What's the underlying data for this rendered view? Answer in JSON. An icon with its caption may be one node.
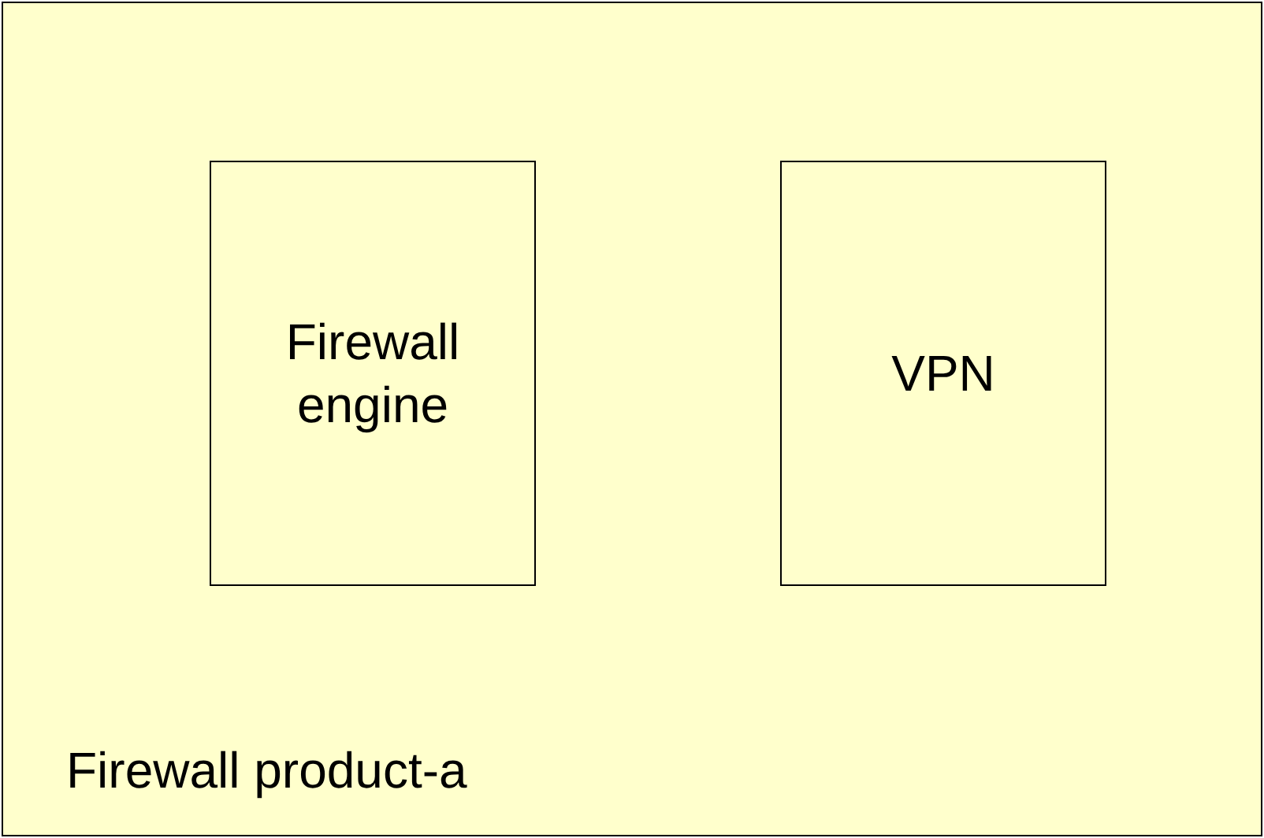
{
  "diagram": {
    "nodes": [
      {
        "text": [
          "Firewall product-a"
        ]
      },
      {
        "text": [
          "Firewall engine"
        ],
        "in": 0
      },
      {
        "text": [
          "VPN"
        ],
        "in": 0
      }
    ]
  }
}
